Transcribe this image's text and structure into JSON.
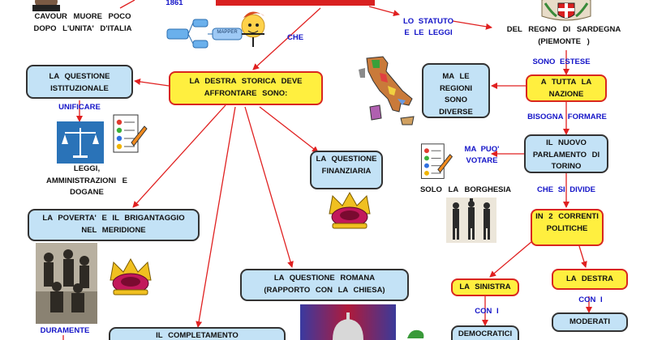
{
  "top_left": {
    "year": "1861",
    "caption": "CAVOUR MUORE POCO DOPO L'UNITA' D'ITALIA"
  },
  "mapper": {
    "label": "MAPPER"
  },
  "top_right_caption": "DEL REGNO DI SARDEGNA (PIEMONTE )",
  "links": {
    "che": "CHE",
    "statuto": "LO STATUTO E LE LEGGI",
    "sono_estese": "SONO ESTESE",
    "unificare": "UNIFICARE",
    "bisogna_formare": "BISOGNA FORMARE",
    "ma_puo_votare": "MA PUO' VOTARE",
    "che_si_divide": "CHE SI DIVIDE",
    "con_i_left": "CON I",
    "con_i_right": "CON I",
    "duramente": "DURAMENTE"
  },
  "nodes": {
    "questione_istituzionale": "LA QUESTIONE ISTITUZIONALE",
    "destra_storica": "LA DESTRA STORICA DEVE AFFRONTARE SONO:",
    "ma_le_regioni": "MA LE REGIONI SONO DIVERSE",
    "tutta_nazione": "A TUTTA LA NAZIONE",
    "questione_finanziaria": "LA QUESTIONE FINANZIARIA",
    "nuovo_parlamento": "IL NUOVO PARLAMENTO DI TORINO",
    "poverta": "LA POVERTA' E IL BRIGANTAGGIO NEL MERIDIONE",
    "due_correnti": "IN 2 CORRENTI POLITICHE",
    "questione_romana": "LA QUESTIONE ROMANA (RAPPORTO CON LA CHIESA)",
    "sinistra": "LA SINISTRA",
    "destra": "LA DESTRA",
    "completamento": "IL COMPLETAMENTO",
    "democratici": "DEMOCRATICI",
    "moderati": "MODERATI"
  },
  "texts": {
    "leggi": "LEGGI, AMMINISTRAZIONI E DOGANE",
    "borghesia": "SOLO LA BORGHESIA"
  },
  "colors": {
    "blue_box": "#c3e2f6",
    "yellow_box": "#ffef3f",
    "arrow": "#e02020",
    "link_text": "#1414c8"
  }
}
